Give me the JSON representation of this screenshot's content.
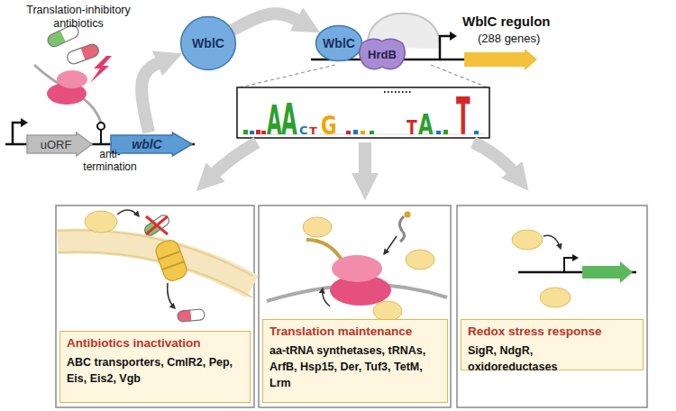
{
  "diagram": {
    "nodes": [
      {
        "text": [
          "uORF"
        ]
      },
      {
        "text": [
          "wblC"
        ]
      },
      {
        "text": [
          "WblC"
        ]
      },
      {
        "text": [
          "WblC"
        ]
      },
      {
        "text": [
          "HrdB"
        ]
      },
      {
        "text": [
          "Antibiotics inactivation",
          "ABC transporters, CmlR2, Pep, Eis, Eis2, Vgb"
        ]
      },
      {
        "text": [
          "Translation maintenance",
          "aa-tRNA synthetases, tRNAs, ArfB, Hsp15, Der, Tuf3, TetM, Lrm"
        ]
      },
      {
        "text": [
          "Redox stress response",
          "SigR, NdgR, oxidoreductases"
        ]
      }
    ],
    "edges": [
      {
        "from": 1,
        "to": 2,
        "arrow": "to"
      },
      {
        "from": 2,
        "to": 3,
        "arrow": "to"
      }
    ],
    "labels": [
      "Translation-inhibitory antibiotics",
      "anti-termination",
      "WblC regulon",
      "(288 genes)",
      "A",
      "A",
      "C",
      "T",
      "G",
      "T",
      "A",
      "T"
    ]
  }
}
